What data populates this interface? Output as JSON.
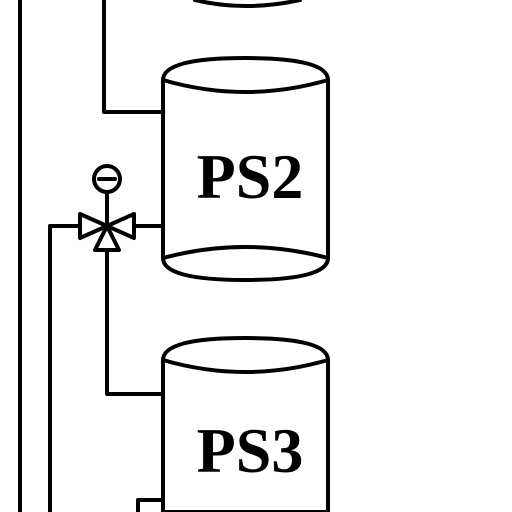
{
  "diagram": {
    "tanks": [
      {
        "id": "PS2",
        "label": "PS2"
      },
      {
        "id": "PS3",
        "label": "PS3"
      }
    ],
    "valve": {
      "icon": "three-way-valve-icon",
      "actuator": "actuator-icon"
    },
    "colors": {
      "line": "#000000",
      "background": "#ffffff"
    }
  }
}
